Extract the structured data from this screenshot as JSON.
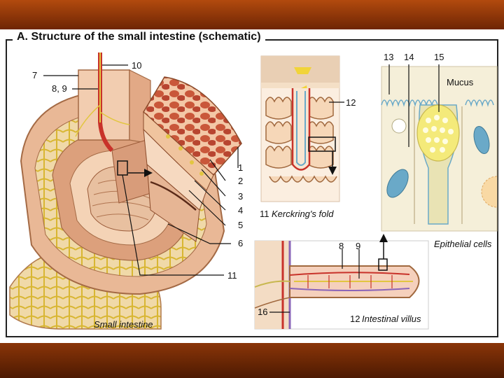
{
  "title": "A. Structure of the small intestine (schematic)",
  "labels": {
    "l10": "10",
    "l7": "7",
    "l89": "8, 9",
    "l1": "1",
    "l2": "2",
    "l3": "3",
    "l4": "4",
    "l5": "5",
    "l6": "6",
    "l11": "11",
    "l12a": "12",
    "l13": "13",
    "l14": "14",
    "l15": "15",
    "mucus": "Mucus",
    "l8": "8",
    "l9": "9",
    "l16": "16"
  },
  "captions": {
    "small_intestine": "Small intestine",
    "kerckring_num": "11",
    "kerckring": "Kerckring's fold",
    "epithelial": "Epithelial cells",
    "villus_num": "12",
    "villus": "Intestinal villus"
  },
  "colors": {
    "background_band": "#7a2c06",
    "tissue": "#e8b48e",
    "muscle": "#c9573a",
    "fat_yellow": "#e2c640",
    "vessel_red": "#c8322a",
    "vessel_purple": "#8a64b8",
    "mucus_yellow": "#f4ea7a",
    "cell_blue": "#6aa9c8"
  },
  "icons": [
    "arrow-right-icon",
    "arrow-down-icon",
    "arrow-up-icon"
  ]
}
